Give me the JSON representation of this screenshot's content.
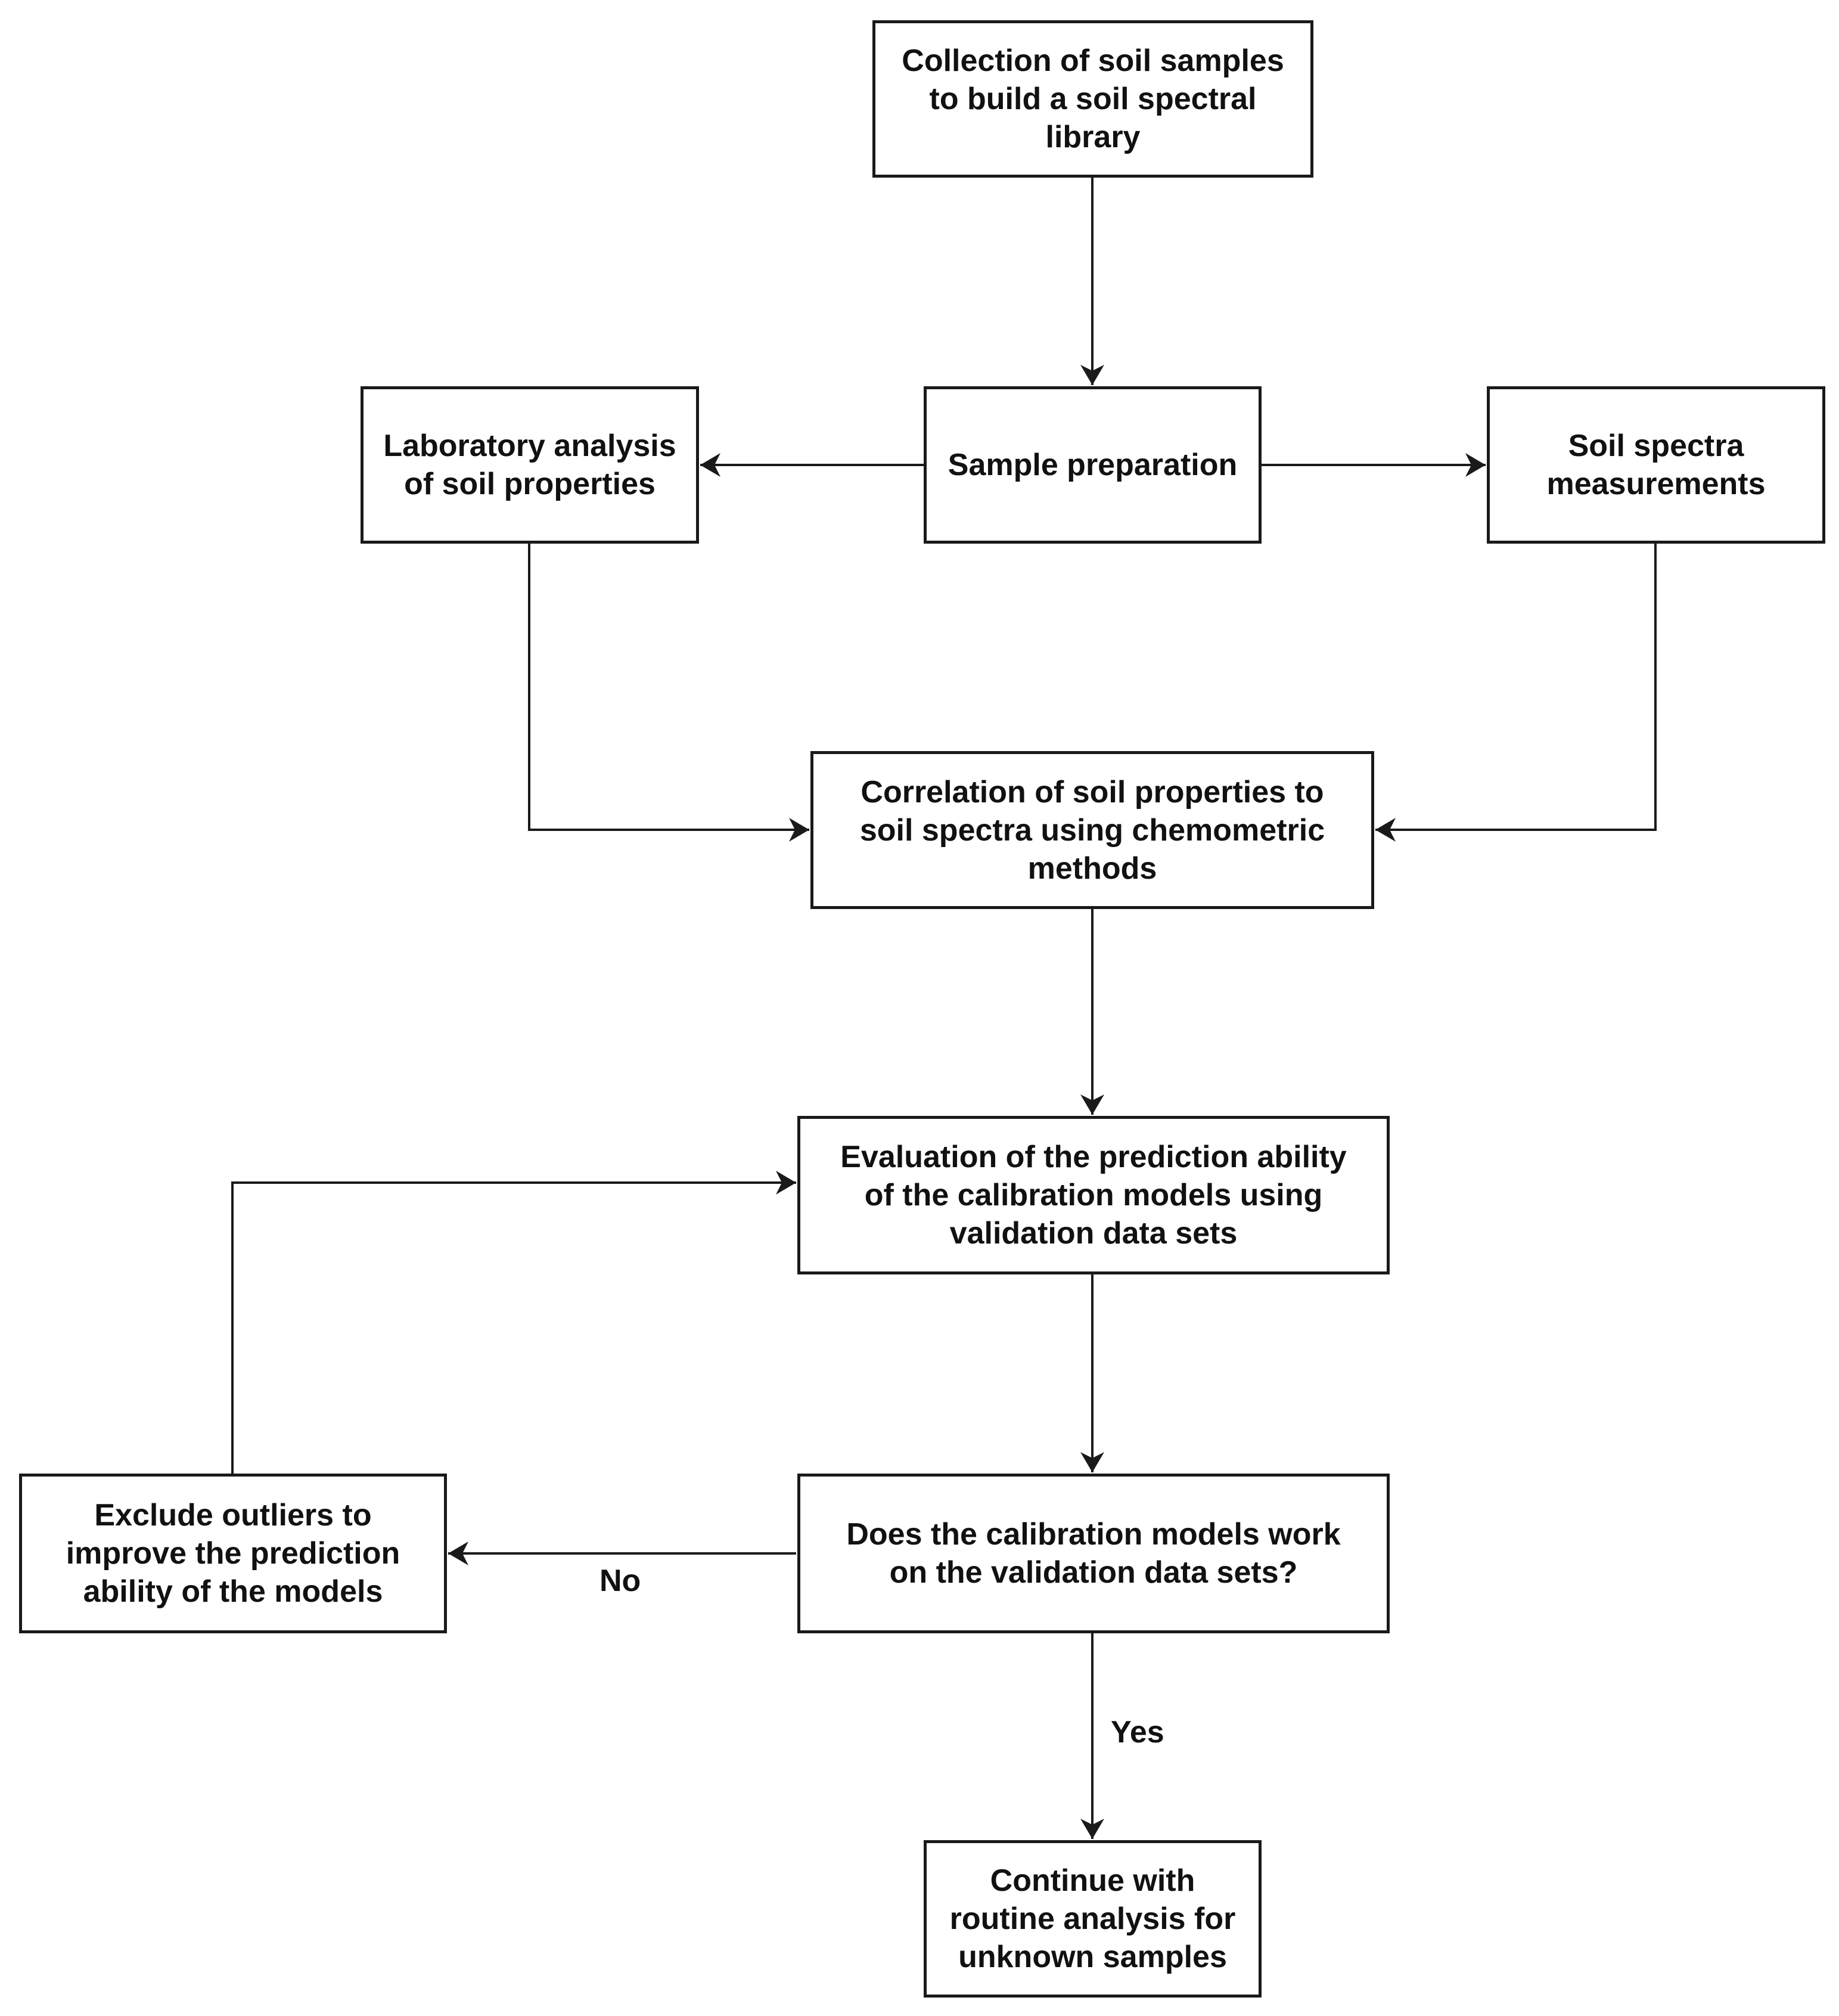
{
  "nodes": {
    "collection": "Collection of soil samples\nto build a soil spectral\nlibrary",
    "preparation": "Sample preparation",
    "lab_analysis": "Laboratory analysis\nof soil properties",
    "spectra": "Soil spectra\nmeasurements",
    "correlation": "Correlation of soil properties to\nsoil spectra using chemometric\nmethods",
    "evaluation": "Evaluation of the prediction ability\nof the calibration models using\nvalidation data sets",
    "decision": "Does the calibration models work\non the validation data sets?",
    "exclude": "Exclude outliers to\nimprove the prediction\nability of the models",
    "continue": "Continue with\nroutine analysis for\nunknown samples"
  },
  "edges": {
    "no_label": "No",
    "yes_label": "Yes"
  },
  "colors": {
    "stroke": "#1a1a1a",
    "text": "#111111",
    "background": "#ffffff"
  }
}
